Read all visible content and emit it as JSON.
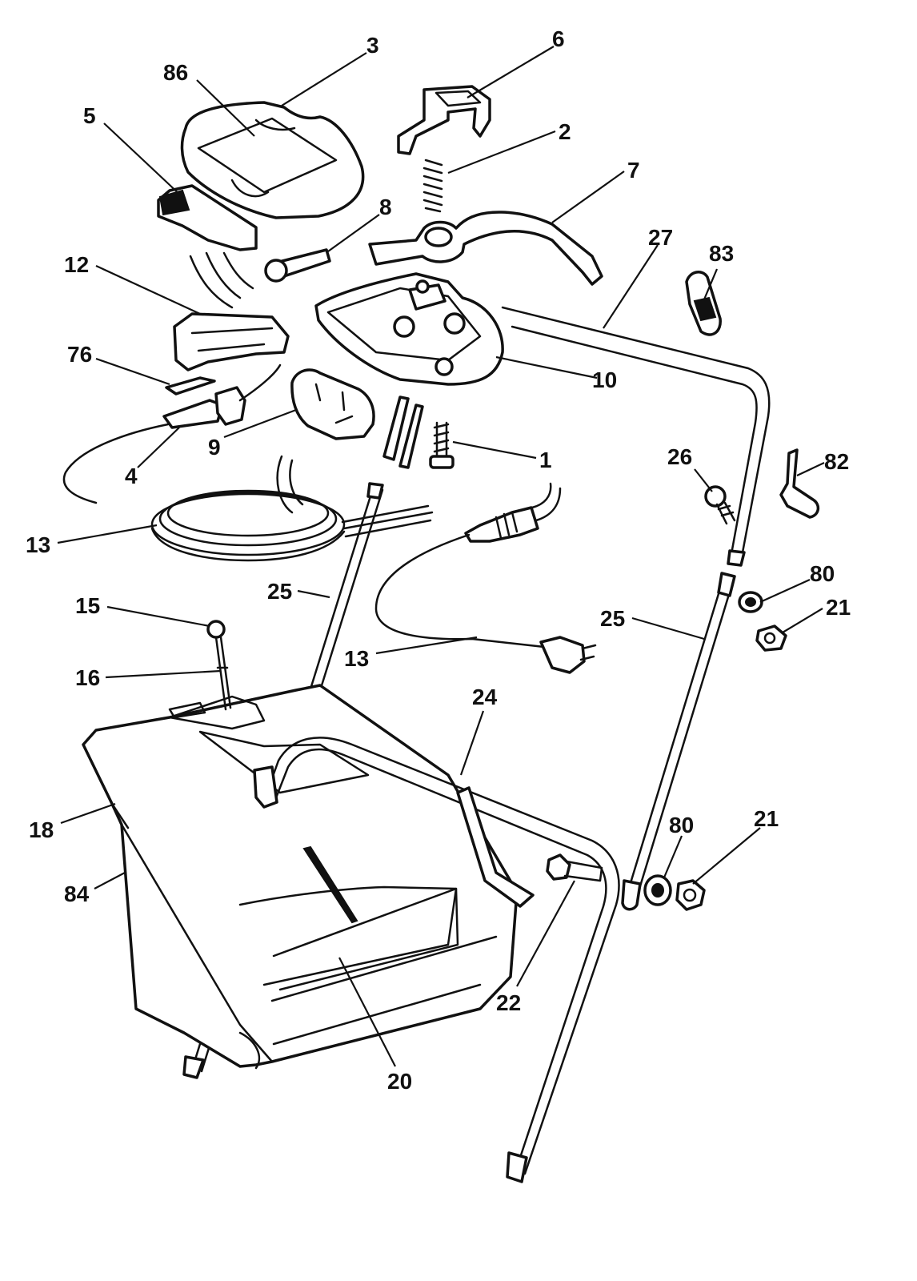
{
  "labels": [
    "3",
    "86",
    "6",
    "2",
    "5",
    "7",
    "8",
    "27",
    "83",
    "12",
    "10",
    "76",
    "9",
    "1",
    "4",
    "26",
    "82",
    "13",
    "80",
    "25",
    "21",
    "15",
    "13",
    "16",
    "24",
    "18",
    "80",
    "21",
    "84",
    "22",
    "20"
  ]
}
